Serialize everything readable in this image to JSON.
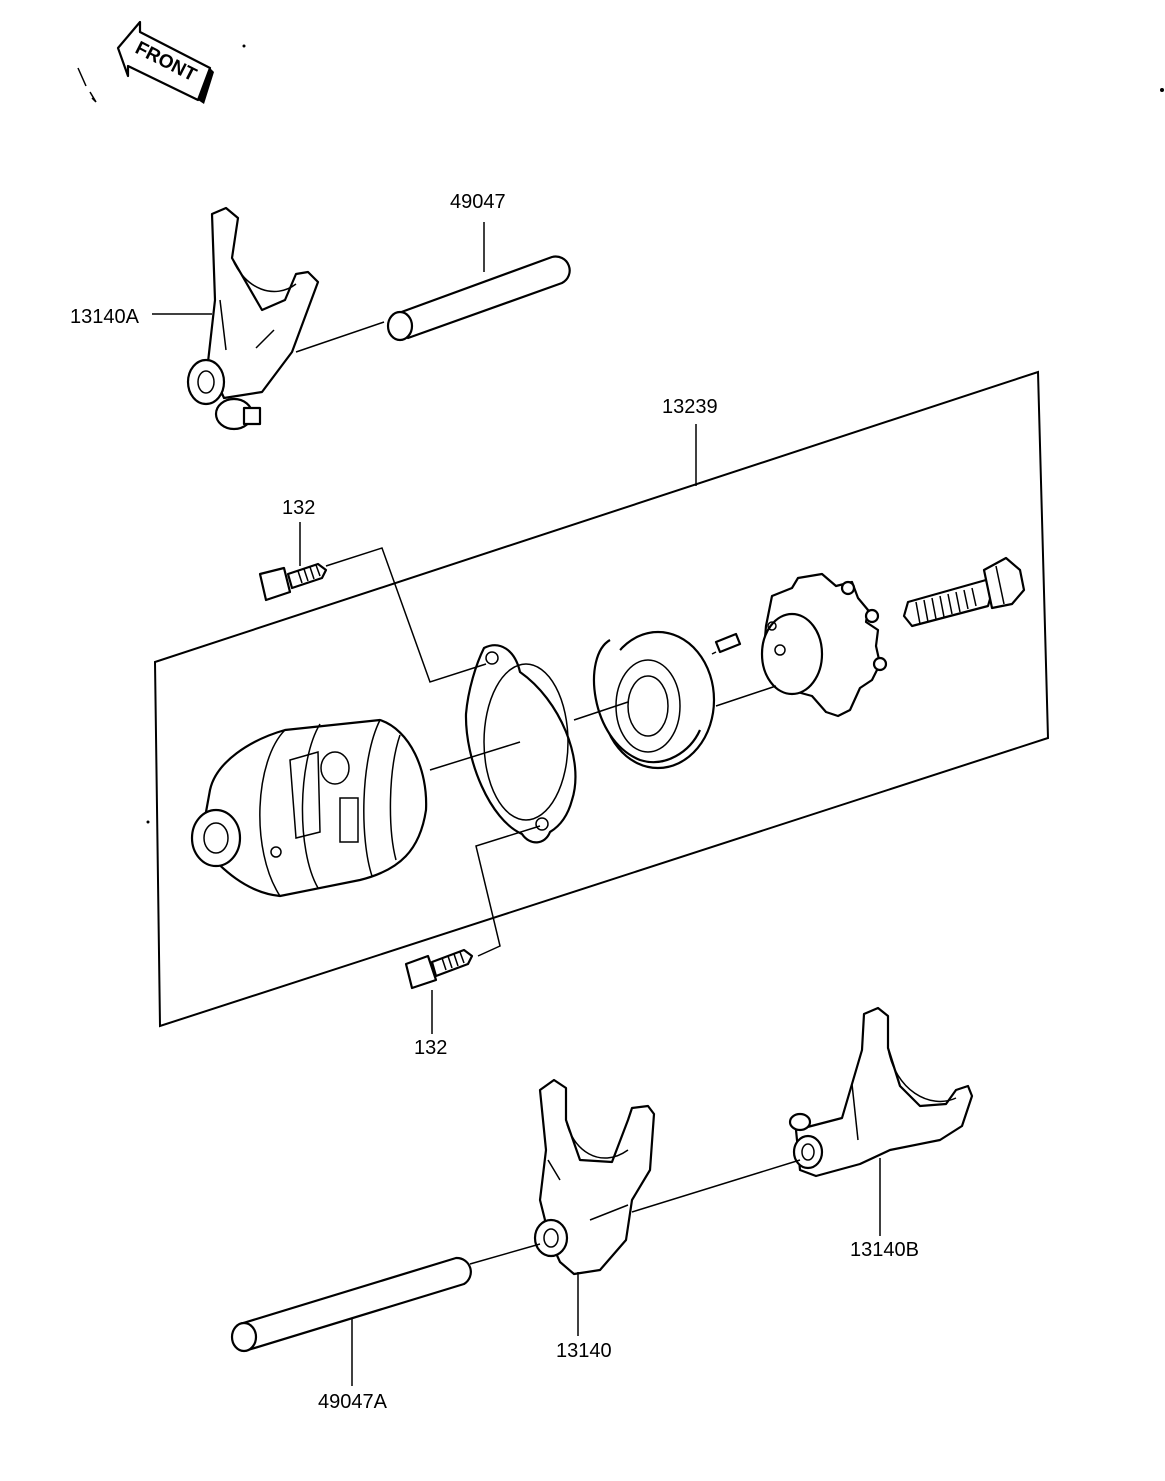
{
  "front_label": "FRONT",
  "labels": {
    "shaft_top": "49047",
    "fork_top": "13140A",
    "drum_assy": "13239",
    "bolt_upper": "132",
    "bolt_lower": "132",
    "fork_right": "13140B",
    "fork_center": "13140",
    "shaft_bottom": "49047A"
  }
}
